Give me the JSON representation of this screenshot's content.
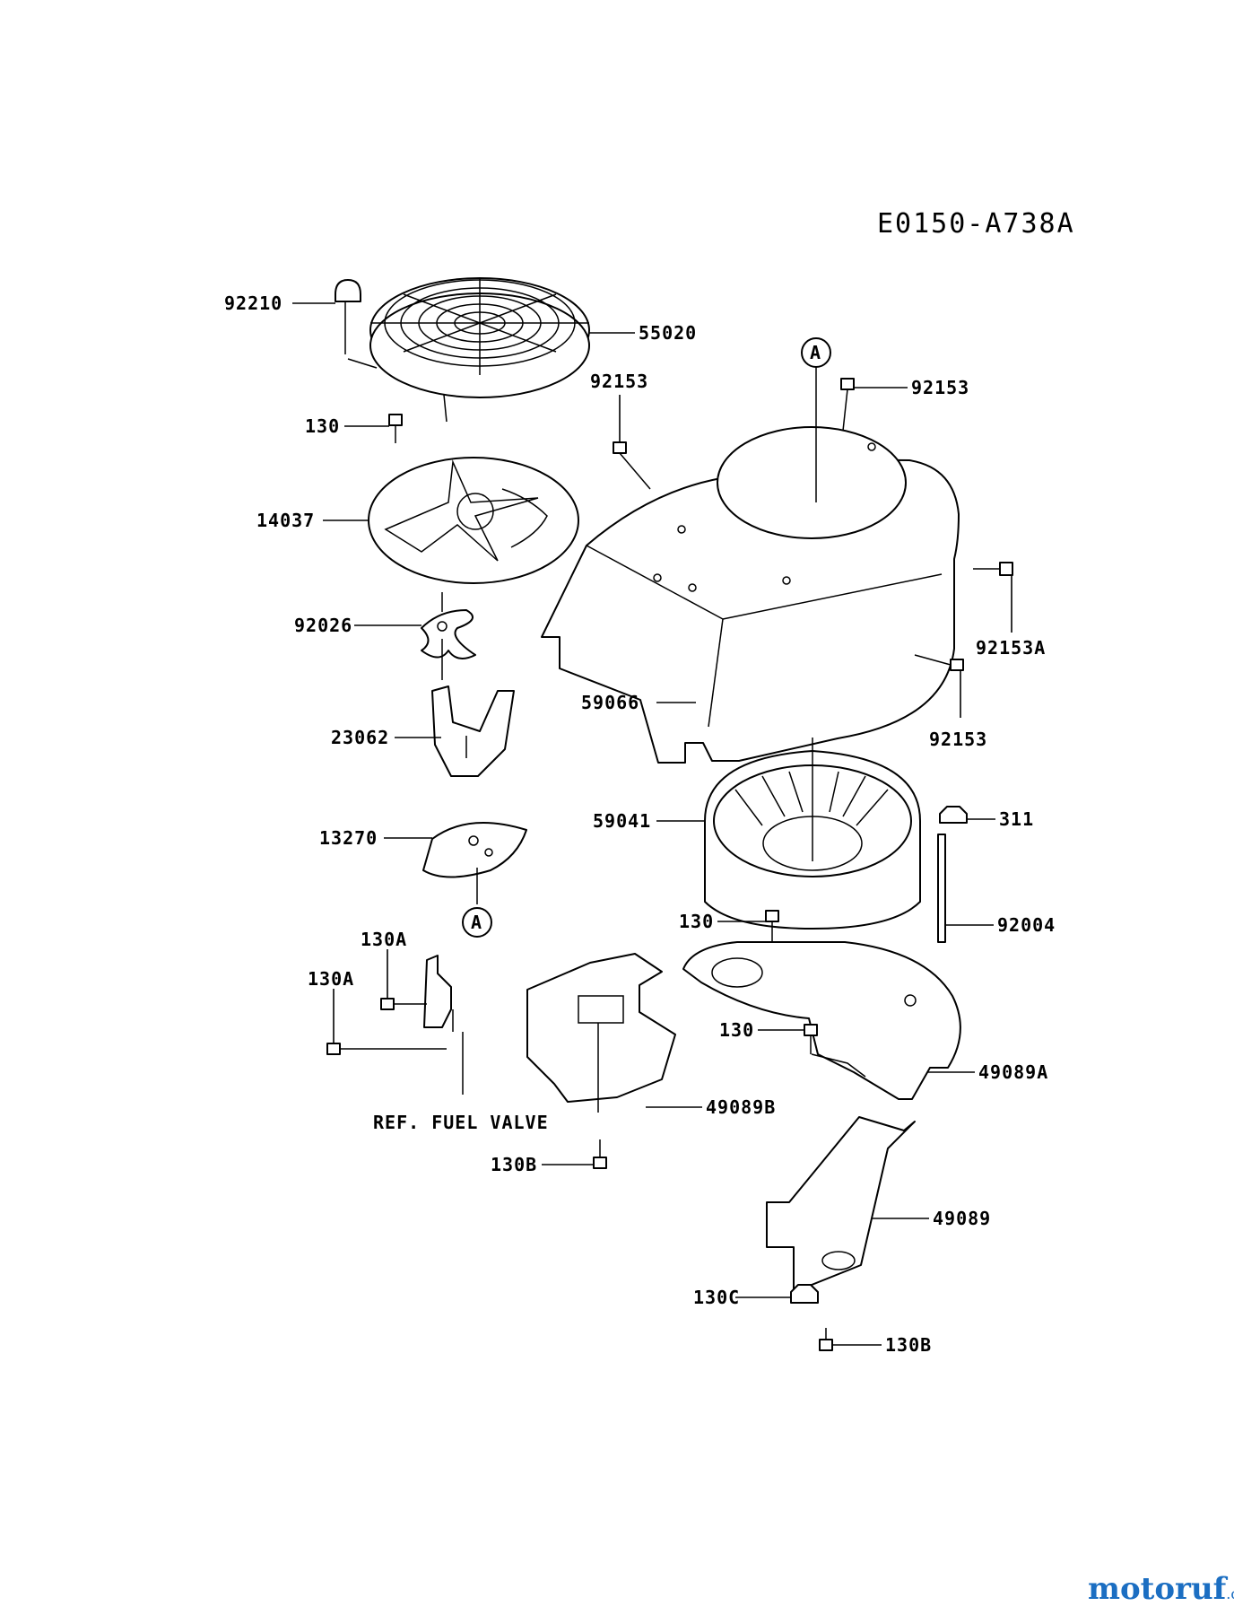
{
  "diagram": {
    "code": "E0150-A738A",
    "callout_letter": "A",
    "note_label": "REF. FUEL VALVE",
    "parts": {
      "p92210": "92210",
      "p55020": "55020",
      "p92153_left": "92153",
      "p92153_top": "92153",
      "p130_top": "130",
      "p14037": "14037",
      "p92153A": "92153A",
      "p92026": "92026",
      "p59066": "59066",
      "p92153_right": "92153",
      "p23062": "23062",
      "p59041": "59041",
      "p311": "311",
      "p13270": "13270",
      "p130_mid": "130",
      "p92004": "92004",
      "p130A_upper": "130A",
      "p130A_lower": "130A",
      "p130_low": "130",
      "p49089A": "49089A",
      "p49089B": "49089B",
      "p130B_left": "130B",
      "p49089": "49089",
      "p130C": "130C",
      "p130B_right": "130B"
    }
  },
  "watermark": {
    "brand_main": "motoruf",
    "brand_tld": ".de",
    "colors": {
      "primary": "#1b6ec2",
      "accent": "#e07020"
    }
  }
}
